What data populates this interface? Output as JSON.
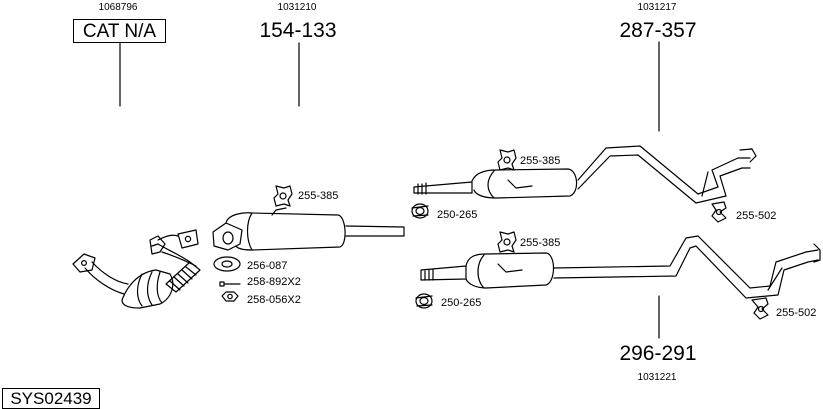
{
  "parts": {
    "catalyst": {
      "ref": "1068796",
      "label": "CAT N/A"
    },
    "front_silencer": {
      "ref": "1031210",
      "label": "154-133"
    },
    "rear_upper": {
      "ref": "1031217",
      "label": "287-357"
    },
    "rear_lower": {
      "ref": "1031221",
      "label": "296-291"
    }
  },
  "small_parts": {
    "hanger_front": "255-385",
    "hanger_upper": "255-385",
    "hanger_lower": "255-385",
    "clamp_upper": "250-265",
    "clamp_lower": "250-265",
    "gasket": "256-087",
    "bolt": "258-892X2",
    "nut": "258-056X2",
    "mount_upper": "255-502",
    "mount_lower": "255-502"
  },
  "system_id": "SYS02439"
}
